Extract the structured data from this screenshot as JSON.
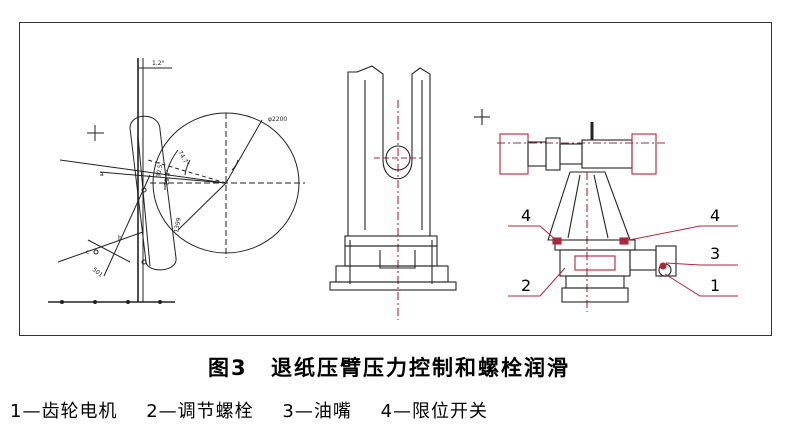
{
  "figure": {
    "number": "图3",
    "title": "退纸压臂压力控制和螺栓润滑"
  },
  "legend": [
    "1—齿轮电机",
    "2—调节螺栓",
    "3—油嘴",
    "4—限位开关"
  ],
  "drawing": {
    "left_view": {
      "dim_top": "1.2°",
      "dim_diameter": "φ2200",
      "angle_a": "74.7°",
      "angle_b": "30.5°",
      "angle_c": "19.4°",
      "dim_length": "1399",
      "dim_small": "501",
      "label_a": "a",
      "label_b": "b",
      "label_c": "c"
    },
    "right_view": {
      "callout_4_left": "4",
      "callout_4_right": "4",
      "callout_3": "3",
      "callout_2": "2",
      "callout_1": "1"
    }
  }
}
